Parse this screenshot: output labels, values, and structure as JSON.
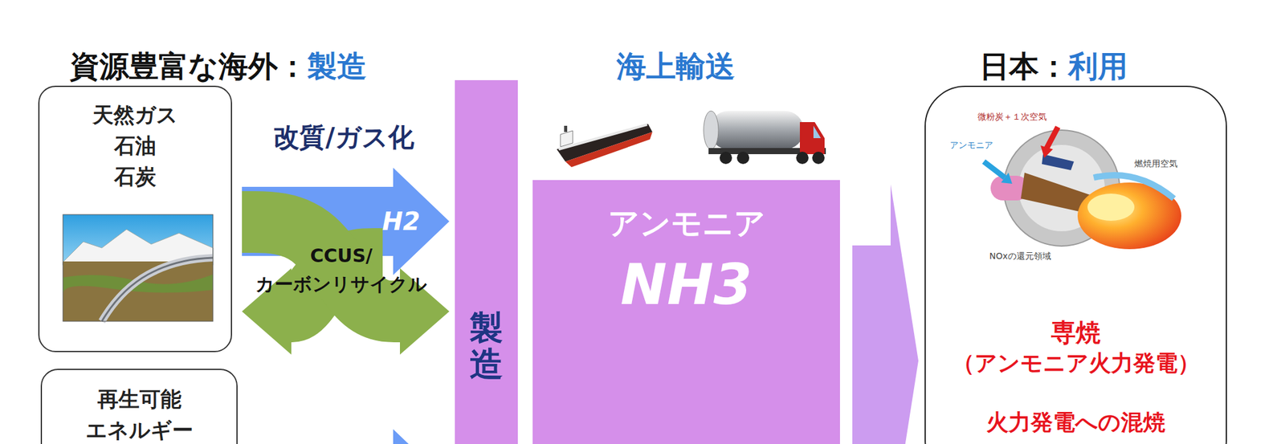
{
  "diagram": {
    "nodes": [
      {
        "text": [
          "天然ガス 石油 石炭"
        ]
      },
      {
        "text": [
          "再生可能 エネルギー"
        ]
      },
      {
        "text": [
          "製造"
        ]
      },
      {
        "text": [
          "アンモニア",
          "NH3"
        ]
      },
      {
        "text": [
          "専焼",
          "（アンモニア火力発電）",
          "火力発電への混焼"
        ]
      }
    ],
    "edges": [
      {
        "from": 0,
        "to": 2,
        "arrow": "to",
        "label": "H2"
      },
      {
        "from": 0,
        "to": 2,
        "arrow": "both",
        "label": "CCUS/ カーボンリサイクル"
      },
      {
        "from": 1,
        "to": 2,
        "arrow": "to"
      },
      {
        "from": 3,
        "to": 4,
        "arrow": "to"
      }
    ],
    "labels": [
      "資源豊富な海外：",
      "製造",
      "海上輸送",
      "日本：",
      "利用",
      "改質/ガス化",
      "微粉炭＋１次空気",
      "アンモニア",
      "燃焼用空気",
      "NOxの還元領域"
    ]
  }
}
